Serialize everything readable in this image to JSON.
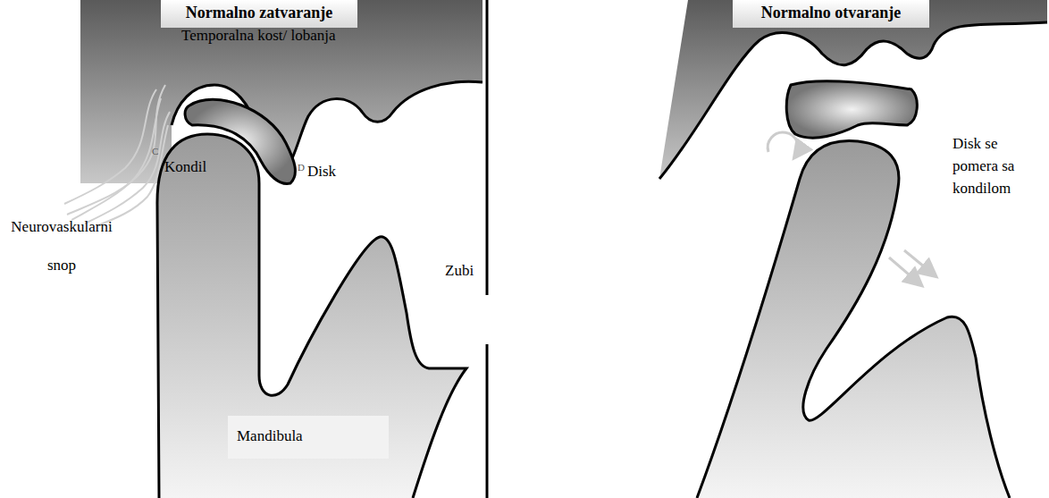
{
  "diagram": {
    "nodes": [
      {
        "text": [
          "Normalno zatvaranje"
        ]
      },
      {
        "text": [
          "Normalno otvaranje"
        ]
      }
    ],
    "labels": [
      "Temporalna kost/ lobanja",
      "C",
      "Kondil",
      "D",
      "Disk",
      "Neurovaskularni snop",
      "Zubi",
      "Mandibula",
      "Disk se pomera sa kondilom"
    ]
  }
}
